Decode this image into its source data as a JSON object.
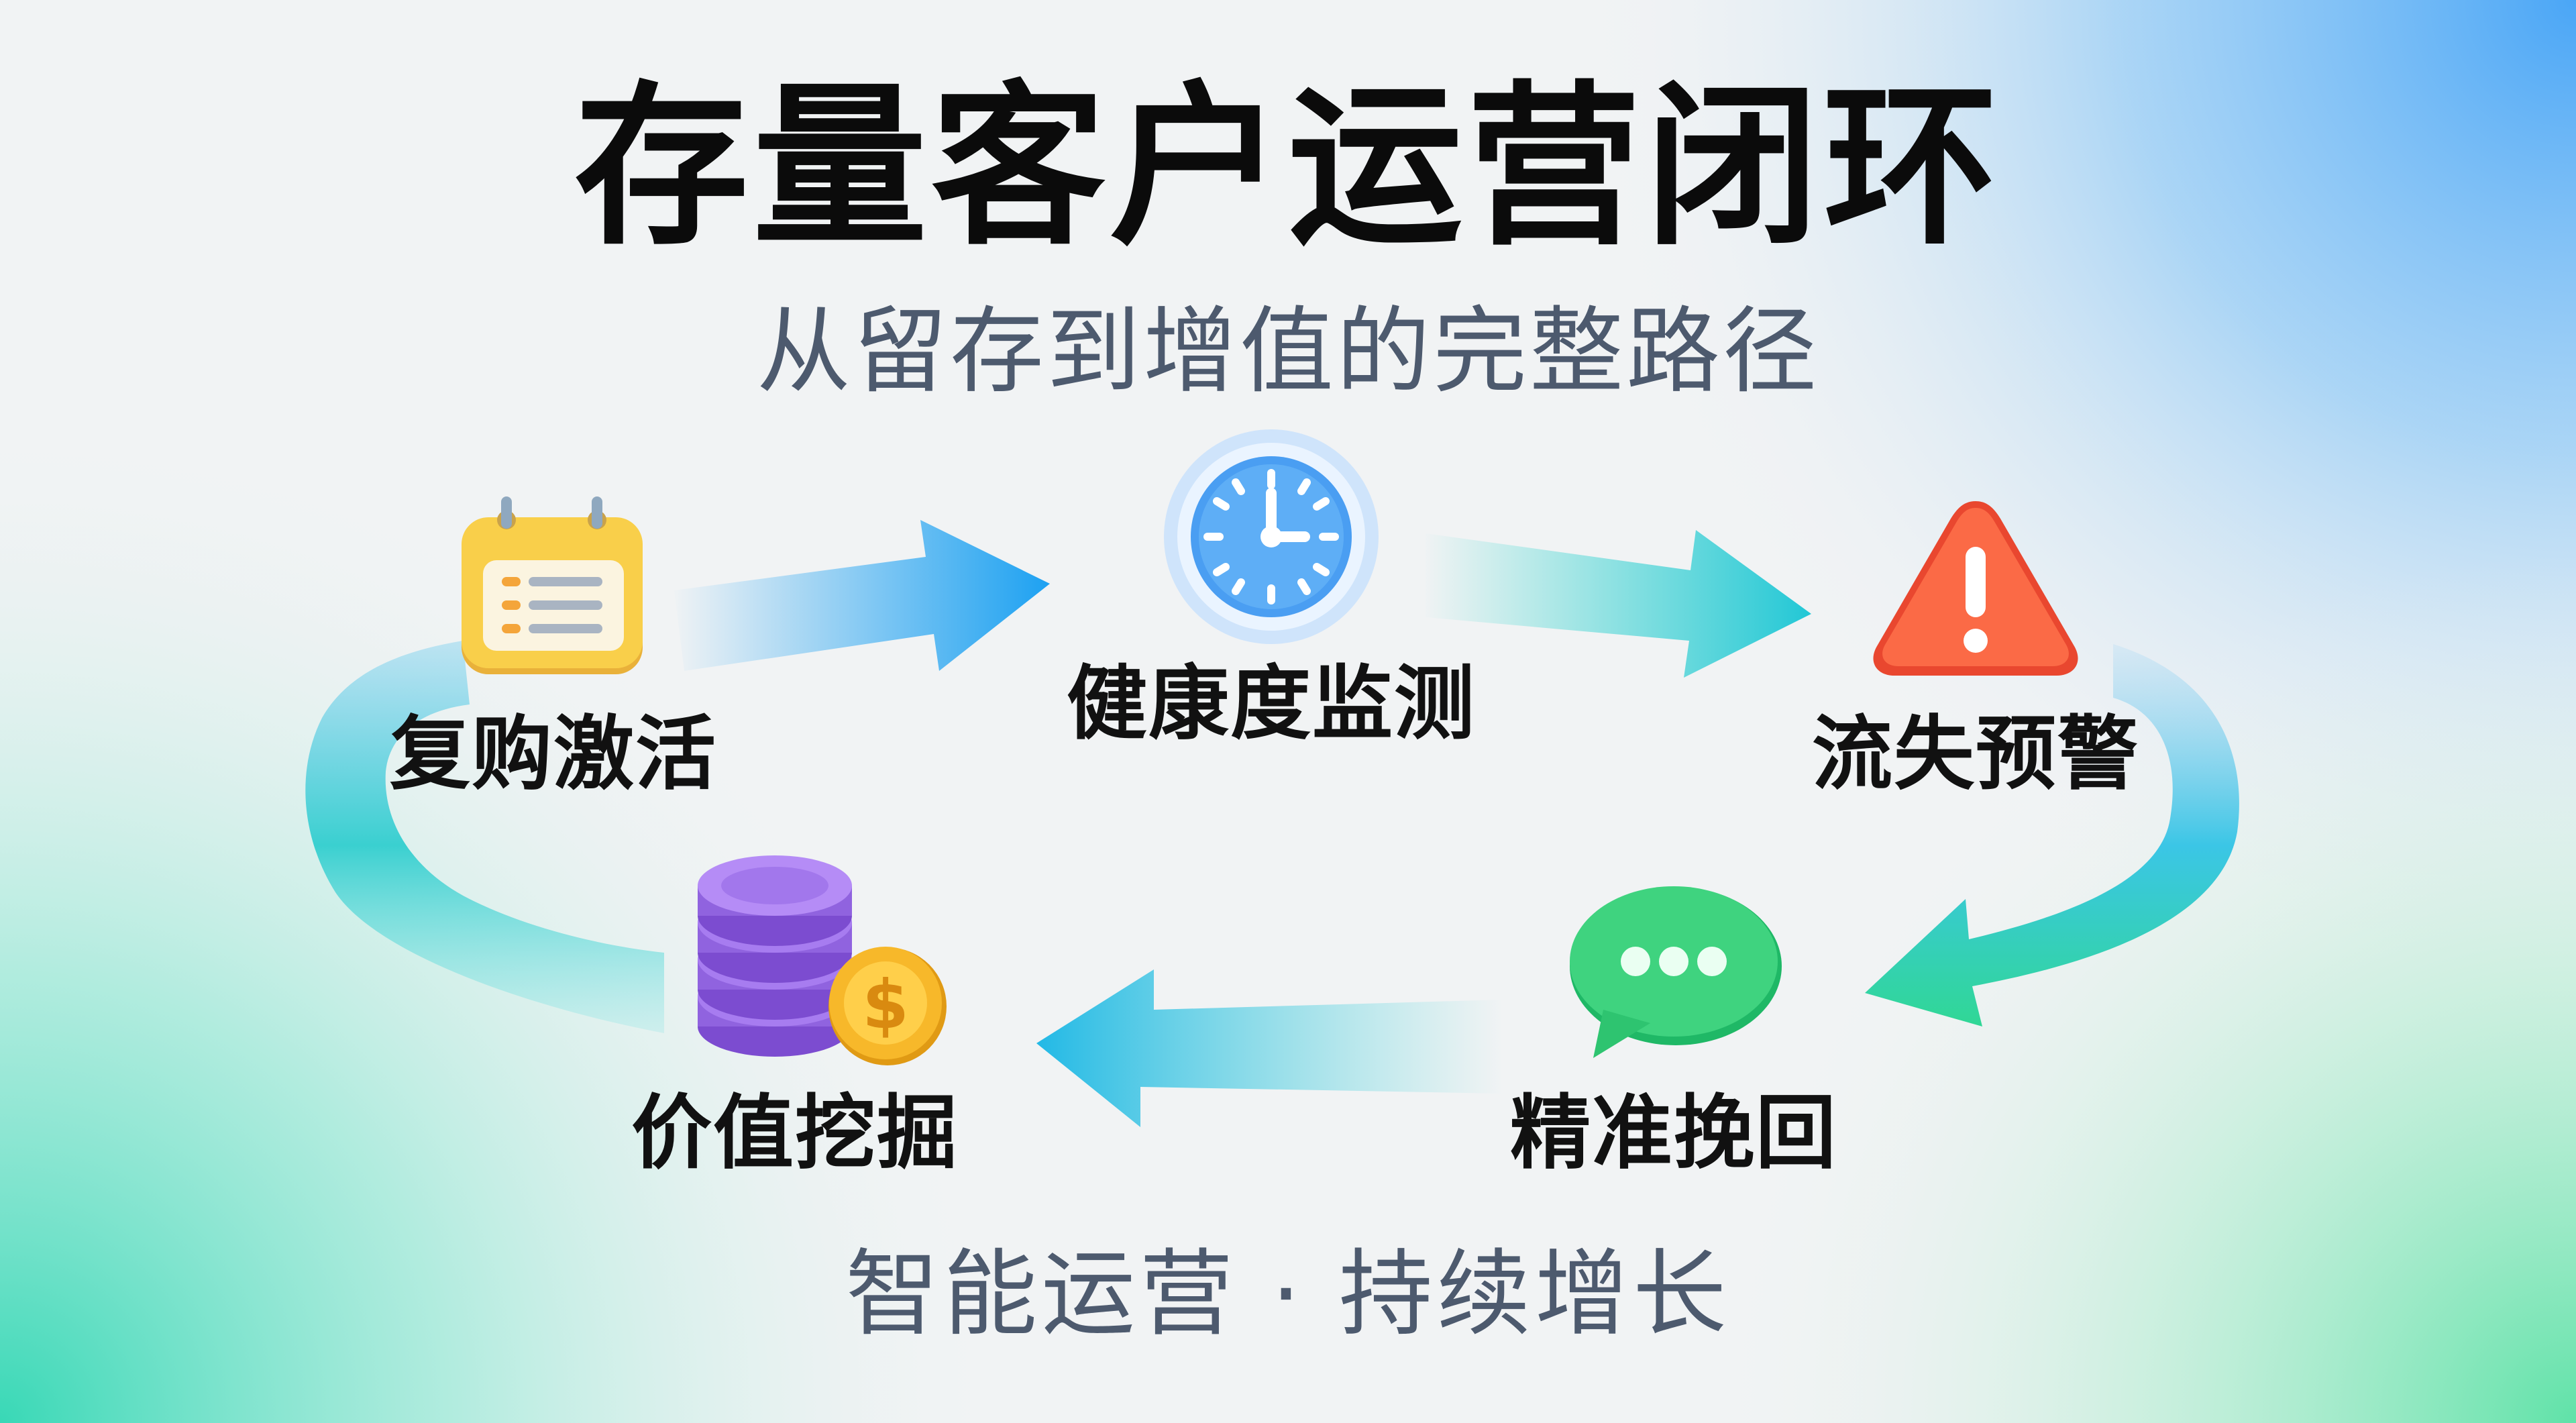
{
  "title": "存量客户运营闭环",
  "subtitle": "从留存到增值的完整路径",
  "footer": "智能运营 · 持续增长",
  "steps": [
    {
      "label": "复购激活",
      "icon": "calendar-icon"
    },
    {
      "label": "健康度监测",
      "icon": "clock-icon"
    },
    {
      "label": "流失预警",
      "icon": "warning-icon"
    },
    {
      "label": "精准挽回",
      "icon": "chat-bubble-icon"
    },
    {
      "label": "价值挖掘",
      "icon": "coins-stack-icon"
    }
  ],
  "colors": {
    "arrow_blue": "#1fa2f2",
    "arrow_teal": "#22d3b0",
    "arrow_green": "#2fd98c",
    "bg_blue": "#5aaef5",
    "bg_mint": "#5fe0c4"
  }
}
